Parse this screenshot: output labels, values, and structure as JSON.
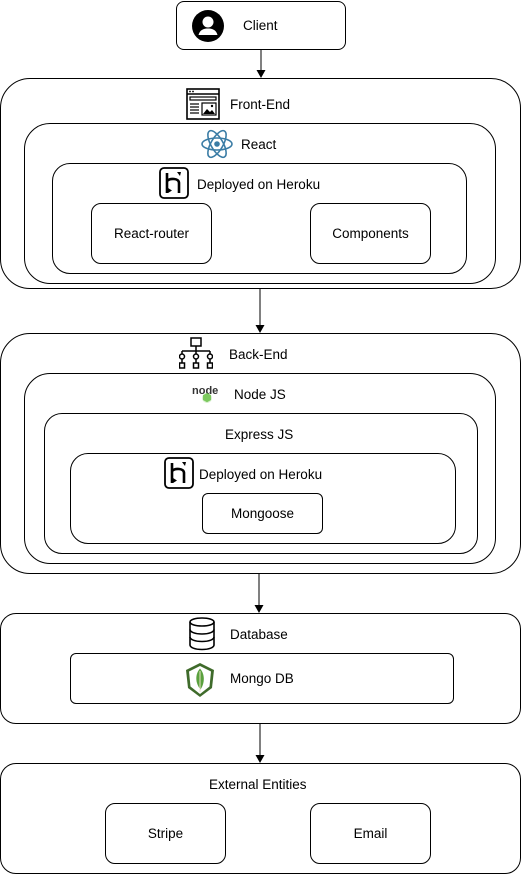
{
  "client": {
    "label": "Client"
  },
  "frontend": {
    "label": "Front-End",
    "react": {
      "label": "React",
      "deploy": {
        "label": "Deployed on Heroku",
        "items": [
          "React-router",
          "Components"
        ]
      }
    }
  },
  "backend": {
    "label": "Back-End",
    "node": {
      "label": "Node JS",
      "express": {
        "label": "Express JS",
        "deploy": {
          "label": "Deployed on Heroku",
          "item": "Mongoose"
        }
      }
    }
  },
  "database": {
    "label": "Database",
    "mongo": {
      "label": "Mongo DB"
    }
  },
  "external": {
    "label": "External Entities",
    "items": [
      "Stripe",
      "Email"
    ]
  },
  "icons": {
    "client": "user-avatar-icon",
    "frontend": "web-layout-icon",
    "react": "react-atom-icon",
    "heroku": "heroku-logo-icon",
    "backend": "network-tree-icon",
    "node": "nodejs-logo-icon",
    "database": "database-cylinder-icon",
    "mongo": "mongodb-leaf-icon"
  },
  "colors": {
    "react": "#3a7ca5",
    "mongo_green": "#4a8f3a",
    "mongo_leaf": "#5aa13e",
    "mongo_border": "#3f6b2b"
  }
}
